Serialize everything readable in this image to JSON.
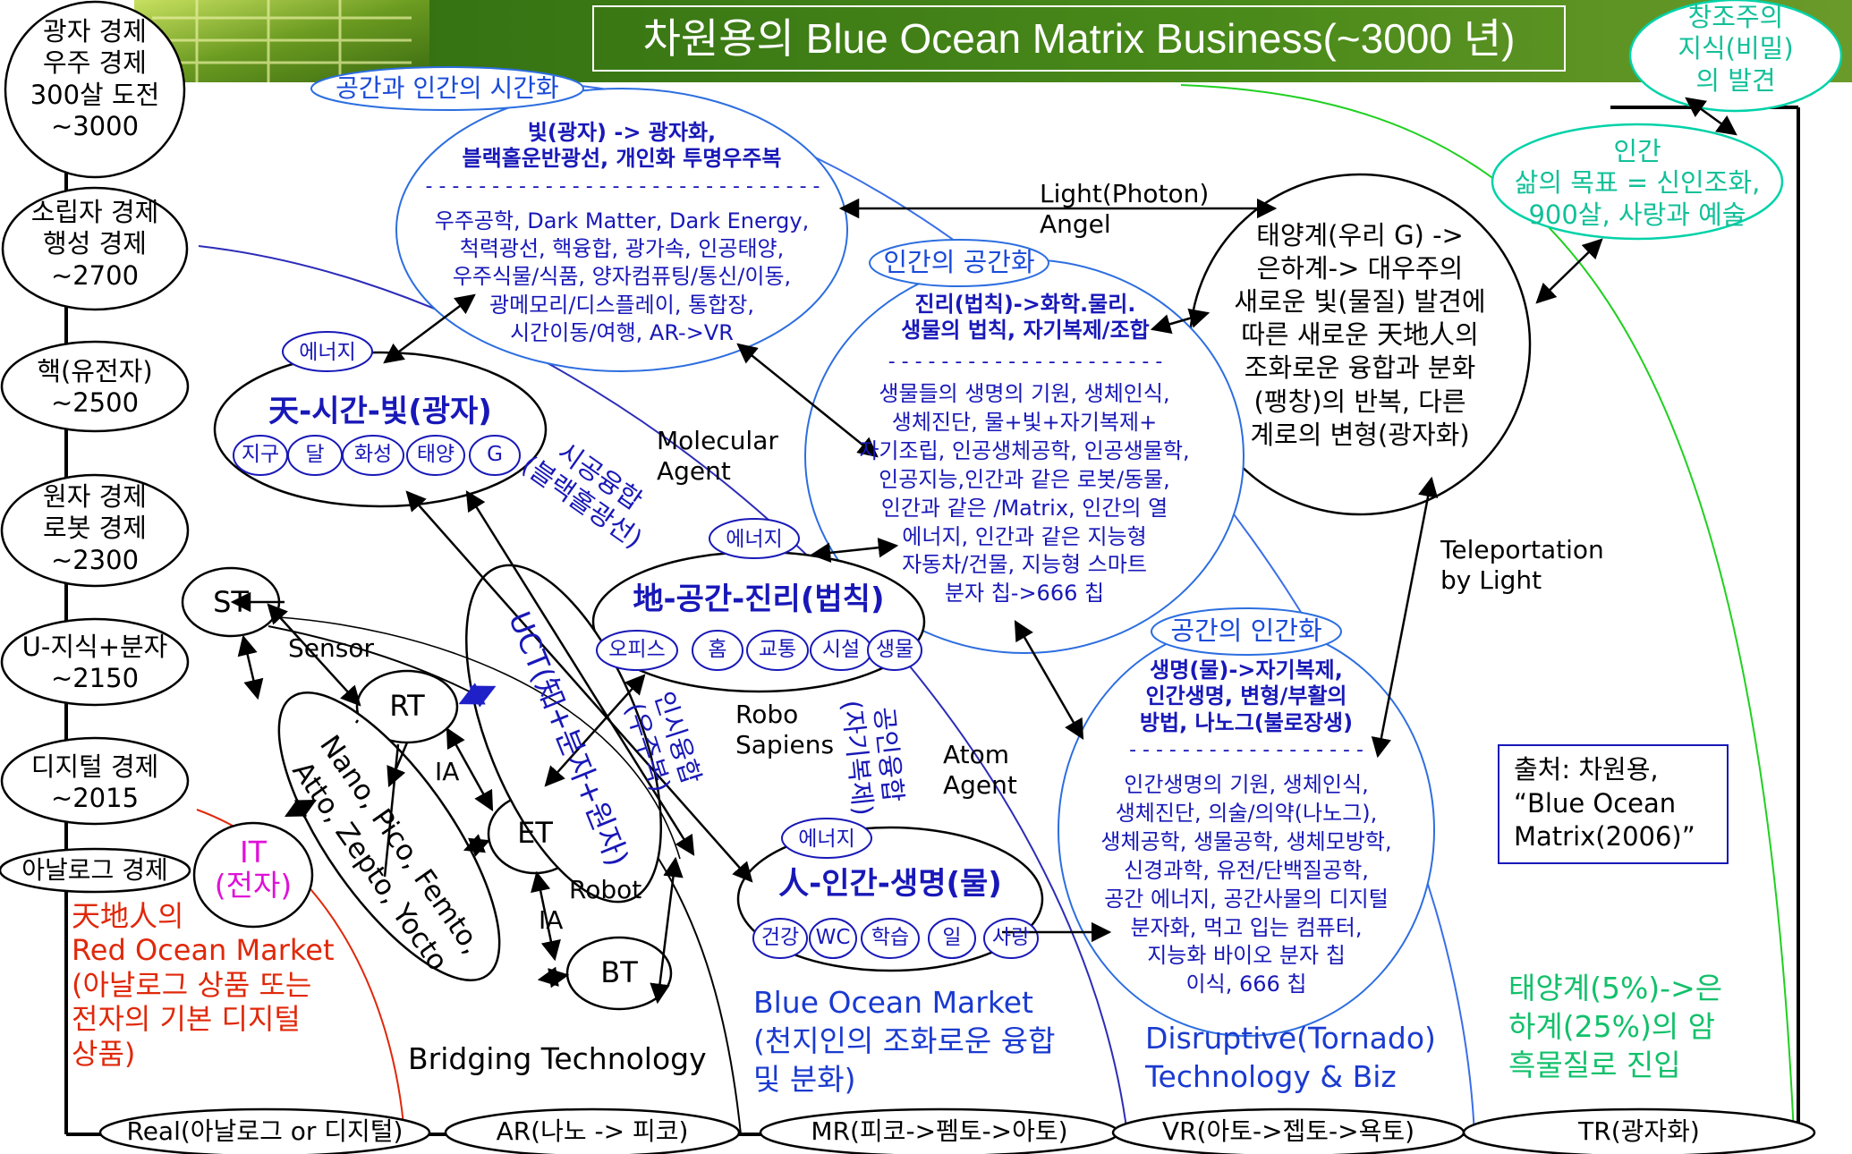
{
  "header": {
    "title": "차원용의 Blue Ocean Matrix Business(~3000 년)"
  },
  "timeline": [
    "광자 경제\n우주 경제\n300살 도전\n~3000",
    "소립자 경제\n행성 경제\n~2700",
    "핵(유전자)\n~2500",
    "원자 경제\n로봇 경제\n~2300",
    "U-지식+분자\n~2150",
    "디지털 경제\n~2015",
    "아날로그 경제"
  ],
  "bottom_bar": [
    "Real(아날로그 or 디지털)",
    "AR(나노 -> 피코)",
    "MR(피코->펨토->아토)",
    "VR(아토->젭토->욕토)",
    "TR(광자화)"
  ],
  "top_right": {
    "discovery": "창조주의\n지식(비밀)\n의 발견",
    "human_goal": "인간\n삶의 목표 = 신인조화,\n900살, 사랑과 예술",
    "solar": "태양계(우리 G) ->\n은하계-> 대우주의\n새로운 빛(물질) 발견에\n따른 새로운 天地人의\n조화로운 융합과 분화\n(팽창)의 반복, 다른\n계로의 변형(광자화)"
  },
  "labels": {
    "time_humanization": "공간과 인간의 시간화",
    "space_humanization": "인간의 공간화",
    "human_of_space": "공간의 인간화",
    "light_photon": "Light(Photon)\nAngel",
    "molecular_agent": "Molecular\nAgent",
    "robo_sapiens": "Robo\nSapiens",
    "atom_agent": "Atom\nAgent",
    "teleportation": "Teleportation\nby Light",
    "sensor": "Sensor",
    "ia1": "IA",
    "ia2": "IA",
    "robot": "Robot",
    "bridging": "Bridging Technology",
    "energy": "에너지",
    "spacetime_fusion": "시공융합\n(블랙홀광선)",
    "cognitive_fusion": "인시융합\n(우주복)",
    "gongin_fusion": "공인융합\n(자기복제)"
  },
  "light_block": {
    "head": "빛(광자) -> 광자화,\n블랙홀운반광선, 개인화 투명우주복",
    "body": "우주공학, Dark Matter, Dark Energy,\n척력광선, 핵융합, 광가속, 인공태양,\n우주식물/식품, 양자컴퓨팅/통신/이동,\n광메모리/디스플레이, 통합장,\n시간이동/여행, AR->VR"
  },
  "truth_block": {
    "head": "진리(법칙)->화학.물리.\n생물의 법칙, 자기복제/조합",
    "body": "생물들의 생명의 기원, 생체인식,\n생체진단, 물+빛+자기복제+\n자기조립, 인공생체공학, 인공생물학,\n인공지능,인간과 같은 로봇/동물,\n인간과 같은 /Matrix, 인간의 열\n에너지, 인간과 같은 지능형\n자동차/건물, 지능형 스마트\n분자 칩->666 칩"
  },
  "life_block": {
    "head": "생명(물)->자기복제,\n인간생명, 변형/부활의\n방법, 나노그(불로장생)",
    "body": "인간생명의 기원, 생체인식,\n생체진단, 의술/의약(나노그),\n생체공학, 생물공학, 생체모방학,\n신경과학, 유전/단백질공학,\n공간 에너지, 공간사물의 디지털\n분자화, 먹고 입는 컴퓨터,\n지능화 바이오 분자 칩\n이식, 666 칩"
  },
  "heaven": {
    "title": "天-시간-빛(광자)",
    "items": [
      "지구",
      "달",
      "화성",
      "태양",
      "G"
    ]
  },
  "earth": {
    "title": "地-공간-진리(법칙)",
    "items": [
      "오피스",
      "홈",
      "교통",
      "시설",
      "생물"
    ]
  },
  "human": {
    "title": "人-인간-생명(물)",
    "items": [
      "건강",
      "WC",
      "학습",
      "일",
      "사랑"
    ]
  },
  "tech": {
    "st": "ST",
    "rt": "RT",
    "et": "ET",
    "bt": "BT",
    "it": "IT\n(전자)",
    "uct": "UCT(知+분자+원자)",
    "nano": "Nano, Pico, Femto,\nAtto, Zepto, Yocto"
  },
  "markets": {
    "red": "天地人의\nRed Ocean Market\n(아날로그 상품 또는\n전자의 기본 디지털\n상품)",
    "blue": "Blue Ocean Market\n(천지인의 조화로운 융합\n및 분화)",
    "disruptive": "Disruptive(Tornado)\nTechnology & Biz",
    "solar_dark": "태양계(5%)->은\n하계(25%)의 암\n흑물질로 진입"
  },
  "source": "출처: 차원용,\n“Blue Ocean\nMatrix(2006)”",
  "colors": {
    "blue": "#1818b8",
    "red": "#e0280a",
    "green": "#12c06a",
    "cyan": "#00d2a8",
    "magenta": "#e010d8",
    "header": "#3d7a14"
  }
}
